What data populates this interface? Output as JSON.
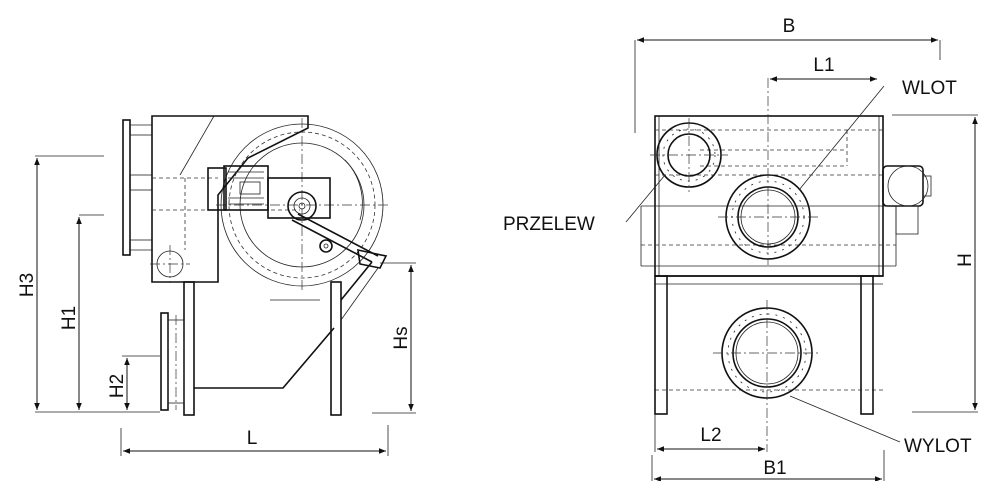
{
  "labels": {
    "B": "B",
    "L1": "L1",
    "WLOT": "WLOT",
    "PRZELEW": "PRZELEW",
    "H": "H",
    "L2": "L2",
    "B1": "B1",
    "WYLOT": "WYLOT",
    "H3": "H3",
    "H1": "H1",
    "H2": "H2",
    "Hs": "Hs",
    "L": "L"
  }
}
